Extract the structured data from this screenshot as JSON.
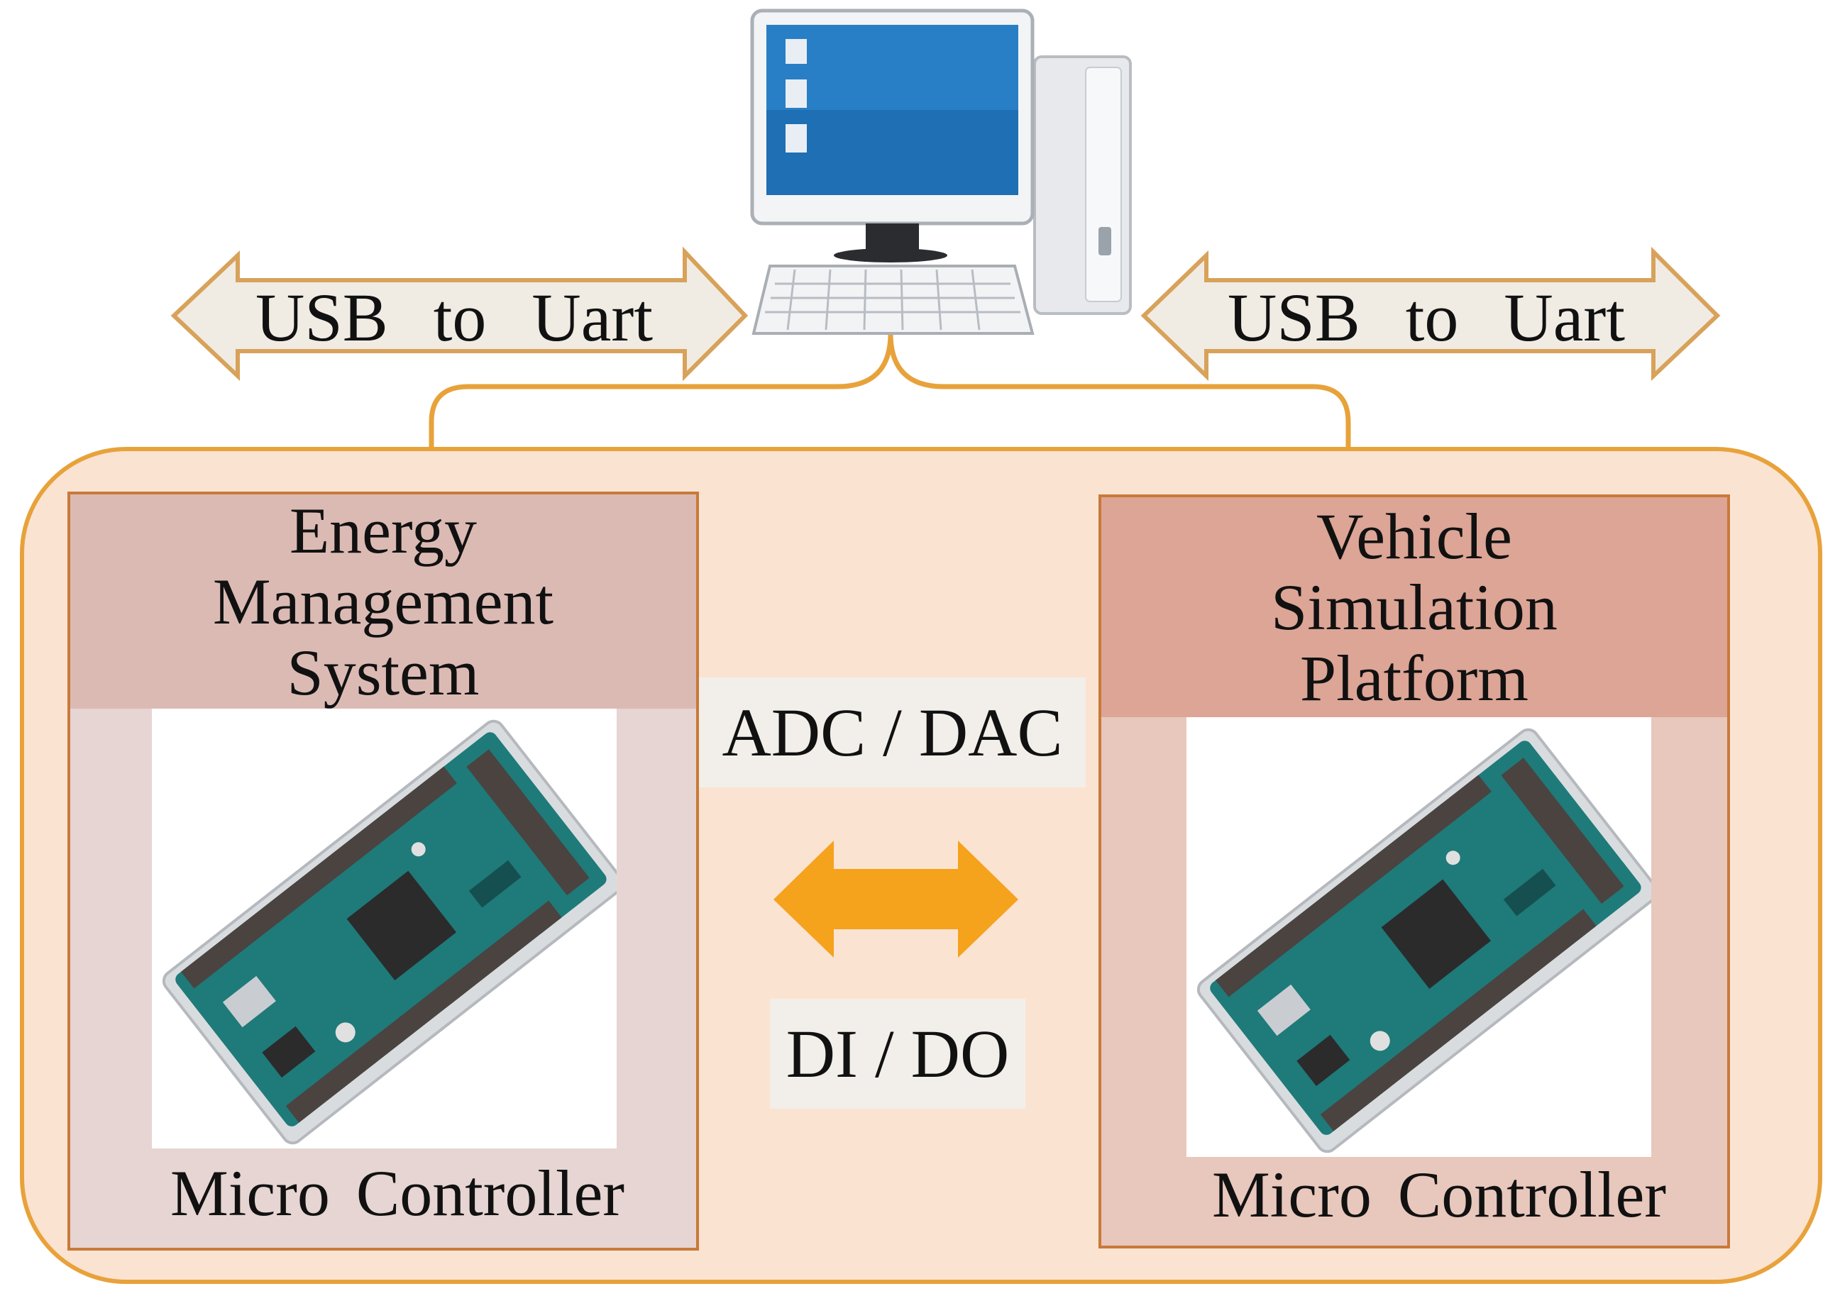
{
  "usb_left": {
    "label": "USB  to Uart"
  },
  "usb_right": {
    "label": "USB  to Uart"
  },
  "ems": {
    "title_lines": [
      "Energy",
      "Management",
      "System"
    ],
    "board_label": "Micro Controller"
  },
  "vsp": {
    "title_lines": [
      "Vehicle",
      "Simulation",
      "Platform"
    ],
    "board_label": "Micro Controller"
  },
  "middle": {
    "adc_dac": "ADC / DAC",
    "di_do": "DI / DO"
  },
  "colors": {
    "container_fill": "#fbe3d2",
    "container_border": "#e8a23a",
    "ems_header": "#dcbab4",
    "vsp_header": "#dca596",
    "usb_arrow_fill": "#f0ece4",
    "usb_arrow_stroke": "#d8a25a",
    "io_arrow": "#f5a21c",
    "board_pcb": "#1f7a7a"
  },
  "icons": [
    "desktop-computer-icon",
    "microcontroller-board-icon"
  ]
}
